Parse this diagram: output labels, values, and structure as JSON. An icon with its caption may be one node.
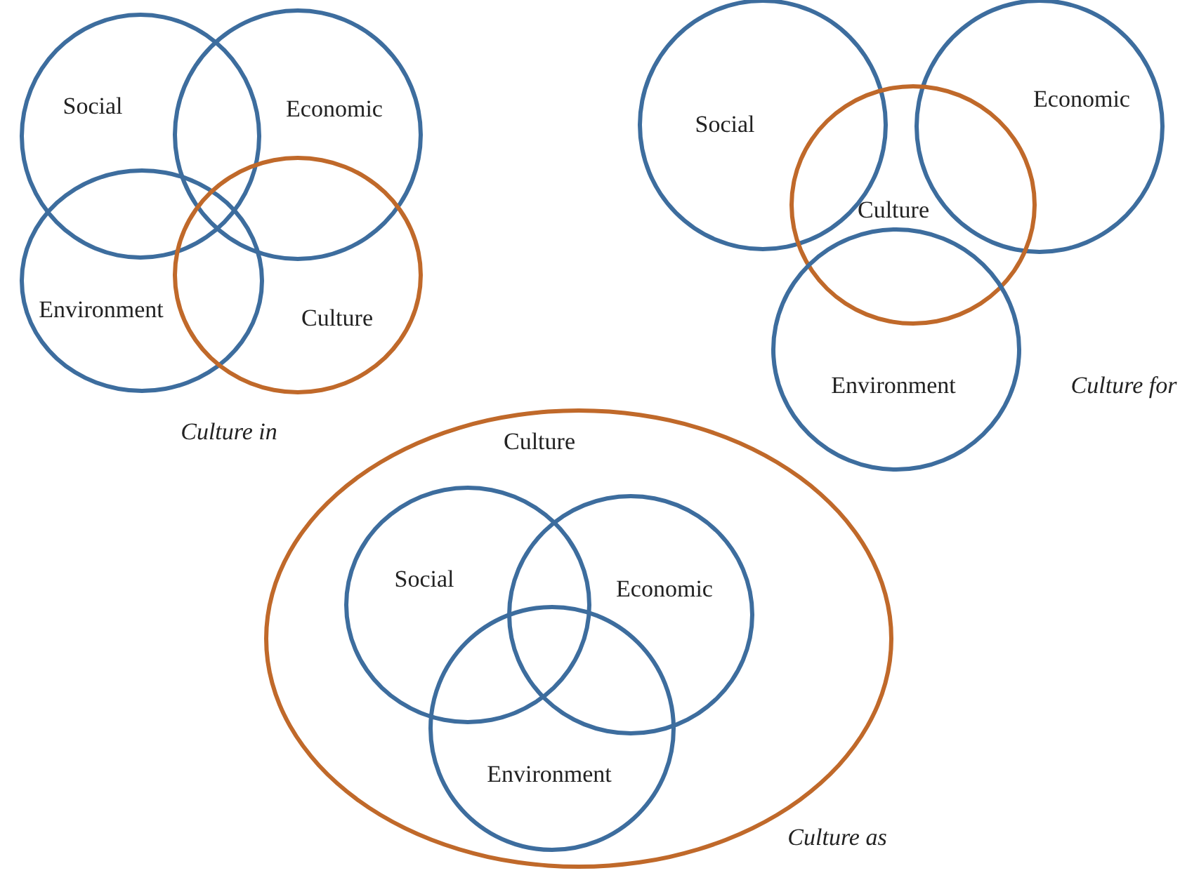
{
  "diagram": {
    "nodes": [
      {
        "text": [
          "Social"
        ]
      },
      {
        "text": [
          "Economic"
        ]
      },
      {
        "text": [
          "Environment"
        ]
      },
      {
        "text": [
          "Culture"
        ]
      },
      {
        "text": [
          "Social"
        ]
      },
      {
        "text": [
          "Economic"
        ]
      },
      {
        "text": [
          "Culture"
        ]
      },
      {
        "text": [
          "Environment"
        ]
      },
      {
        "text": [
          "Culture"
        ]
      },
      {
        "text": [
          "Social"
        ],
        "in": 8
      },
      {
        "text": [
          "Economic"
        ],
        "in": 8
      },
      {
        "text": [
          "Environment"
        ],
        "in": 8
      }
    ],
    "labels": [
      "Culture in",
      "Culture for",
      "Culture as"
    ]
  }
}
